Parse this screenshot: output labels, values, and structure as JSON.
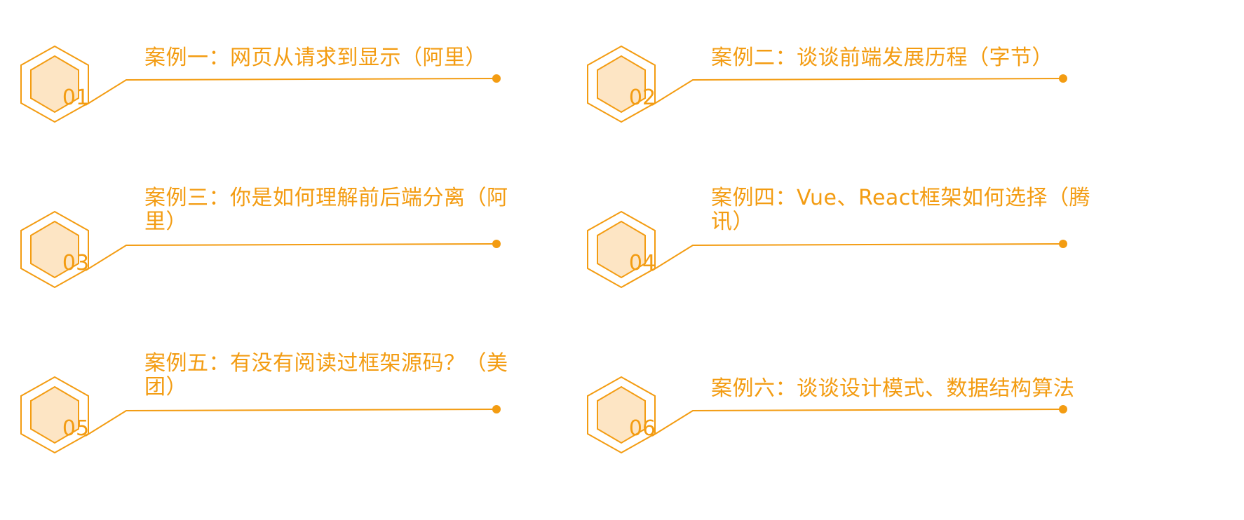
{
  "accent_color": "#f39c12",
  "hex_fill_color": "#fde5c4",
  "cases": [
    {
      "number": "01",
      "title": "案例一：网页从请求到显示（阿里）"
    },
    {
      "number": "02",
      "title": "案例二：谈谈前端发展历程（字节）"
    },
    {
      "number": "03",
      "title": "案例三：你是如何理解前后端分离（阿里）"
    },
    {
      "number": "04",
      "title": "案例四：Vue、React框架如何选择（腾讯）"
    },
    {
      "number": "05",
      "title": "案例五：有没有阅读过框架源码？（美团）"
    },
    {
      "number": "06",
      "title": "案例六：谈谈设计模式、数据结构算法"
    }
  ]
}
